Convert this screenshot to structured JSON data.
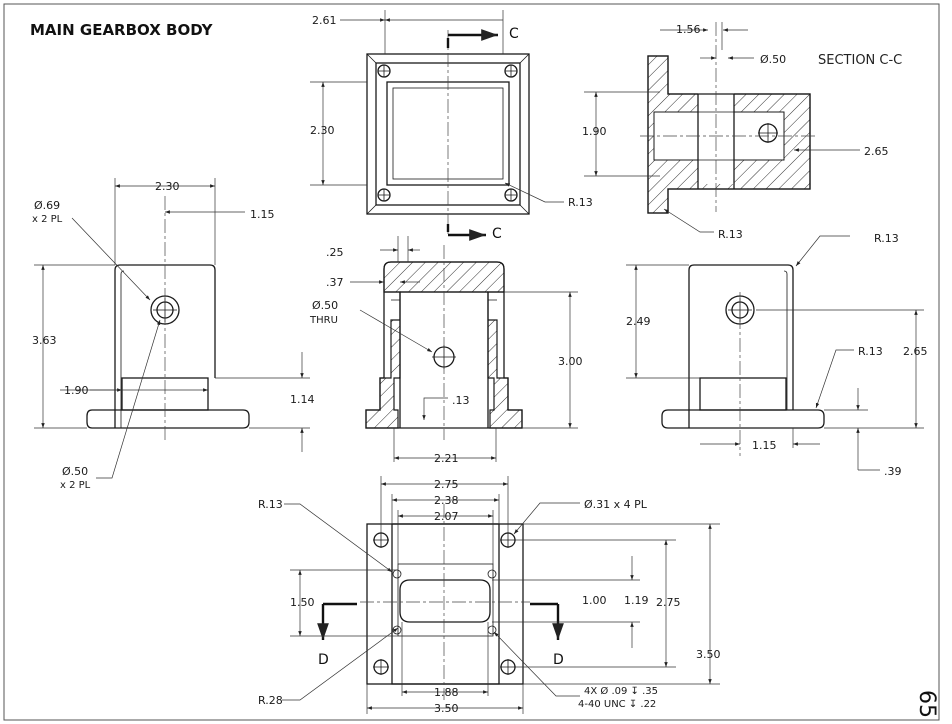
{
  "title": "MAIN GEARBOX BODY",
  "section_label": "SECTION C-C",
  "page_number": "65",
  "cut_labels": {
    "c": "C",
    "d": "D"
  },
  "dims": {
    "top_261": "2.61",
    "top_230": "2.30",
    "top_r13": "R.13",
    "sec_156": "1.56",
    "sec_dia50": "Ø.50",
    "sec_190": "1.90",
    "sec_265": "2.65",
    "sec_r13": "R.13",
    "left_230": "2.30",
    "left_115": "1.15",
    "left_dia69": "Ø.69",
    "left_2pl": "x 2 PL",
    "left_363": "3.63",
    "left_190": "1.90",
    "left_114": "1.14",
    "left_dia50": "Ø.50",
    "left_2pl_b": "x 2 PL",
    "mid_25": ".25",
    "mid_37": ".37",
    "mid_dia50": "Ø.50",
    "mid_thru": "THRU",
    "mid_300": "3.00",
    "mid_13": ".13",
    "mid_221": "2.21",
    "right_r13": "R.13",
    "right_249": "2.49",
    "right_r13b": "R.13",
    "right_265": "2.65",
    "right_115": "1.15",
    "right_39": ".39",
    "bot_275": "2.75",
    "bot_238": "2.38",
    "bot_207": "2.07",
    "bot_r13": "R.13",
    "bot_dia31": "Ø.31 x 4 PL",
    "bot_150": "1.50",
    "bot_100": "1.00",
    "bot_119": "1.19",
    "bot_275v": "2.75",
    "bot_350v": "3.50",
    "bot_r28": "R.28",
    "bot_188": "1.88",
    "bot_350": "3.50",
    "bot_tap1": "4X Ø .09 ↧ .35",
    "bot_tap2": "4-40 UNC ↧ .22"
  }
}
